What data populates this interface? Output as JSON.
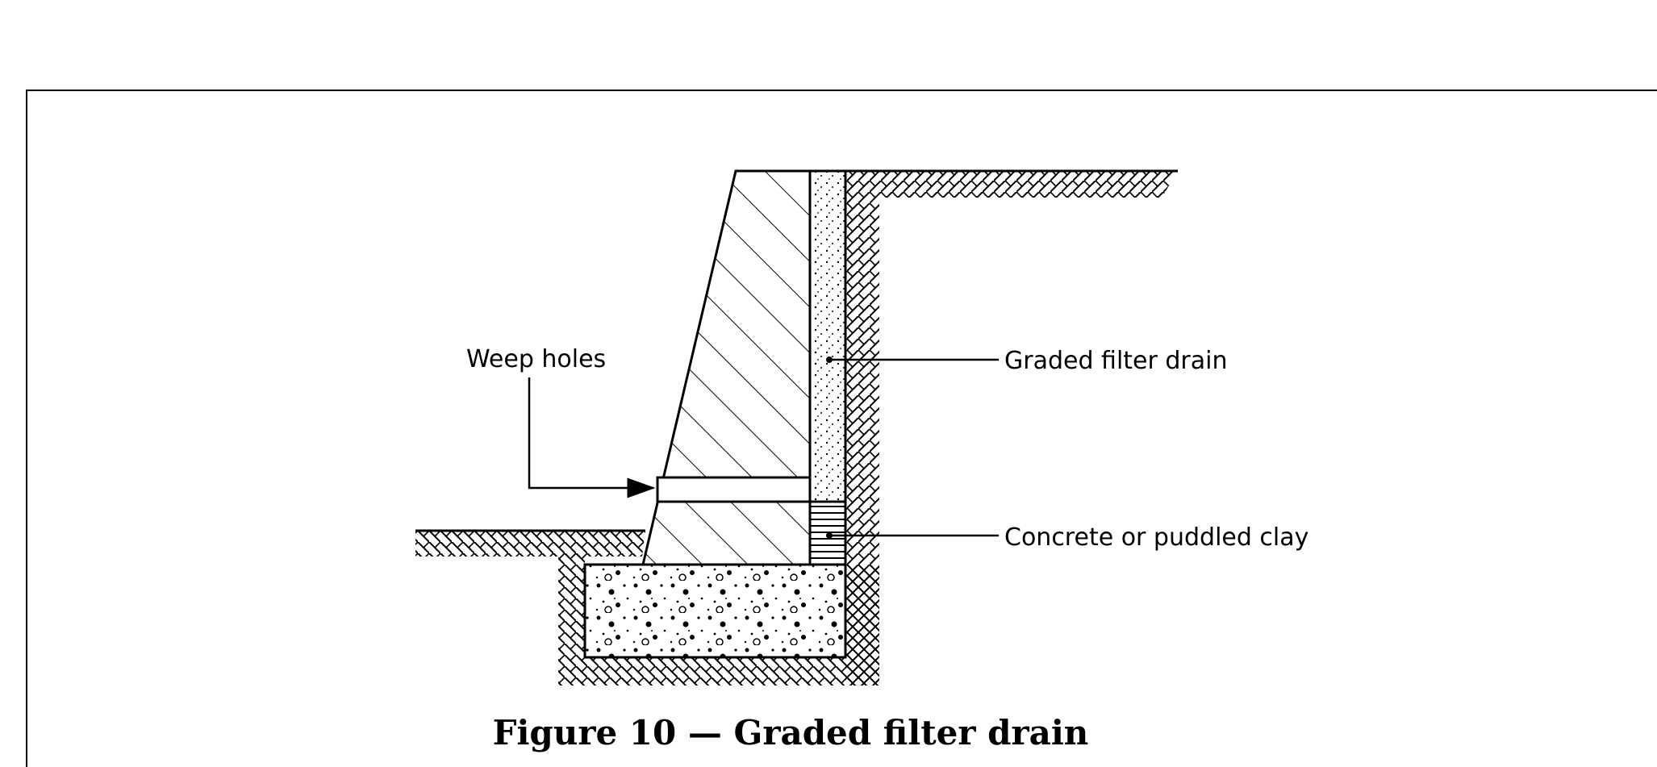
{
  "labels": {
    "weep_holes": "Weep holes",
    "graded_filter_drain": "Graded filter drain",
    "concrete_or_puddled_clay": "Concrete or puddled  clay"
  },
  "caption": "Figure 10 — Graded filter drain"
}
